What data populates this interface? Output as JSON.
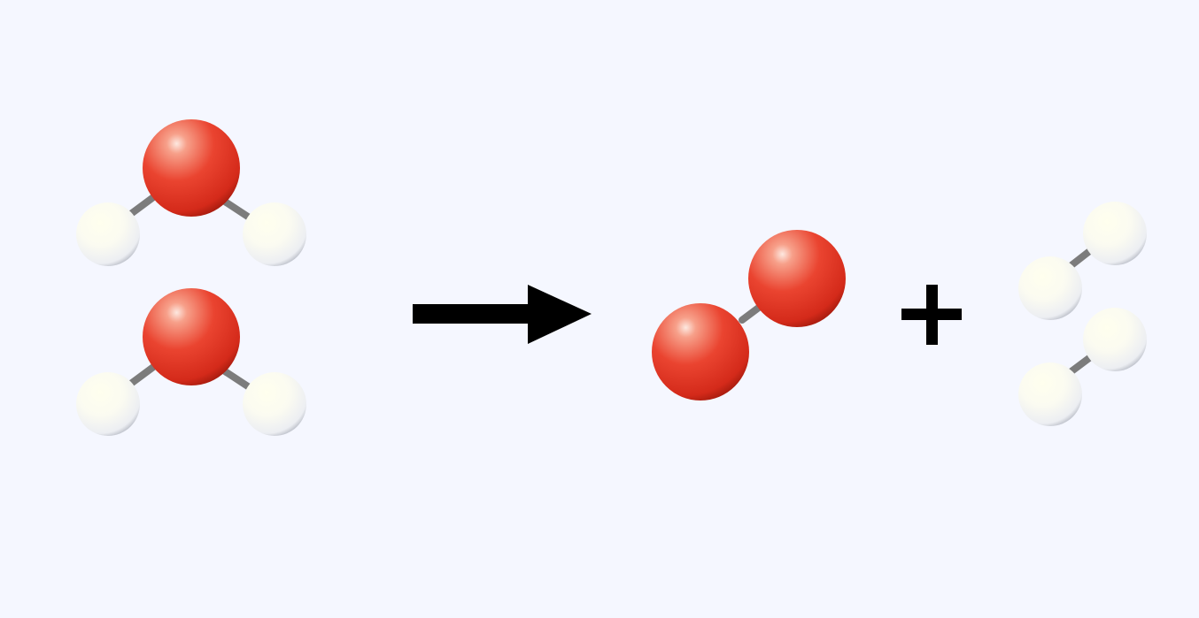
{
  "diagram": {
    "type": "molecular-reaction",
    "background_color": "#f5f7ff",
    "colors": {
      "oxygen": "#e8382a",
      "hydrogen": "#f8f8f0",
      "bond": "#8a8a8a",
      "arrow": "#000000",
      "plus": "#000000"
    },
    "reactants": [
      {
        "molecule": "water",
        "atoms": [
          "O",
          "H",
          "H"
        ]
      },
      {
        "molecule": "water",
        "atoms": [
          "O",
          "H",
          "H"
        ]
      }
    ],
    "products": [
      {
        "molecule": "oxygen",
        "atoms": [
          "O",
          "O"
        ]
      },
      {
        "molecule": "hydrogen",
        "atoms": [
          "H",
          "H"
        ]
      },
      {
        "molecule": "hydrogen",
        "atoms": [
          "H",
          "H"
        ]
      }
    ],
    "operators": {
      "arrow": "reaction-arrow-icon",
      "plus": "plus-icon"
    }
  }
}
